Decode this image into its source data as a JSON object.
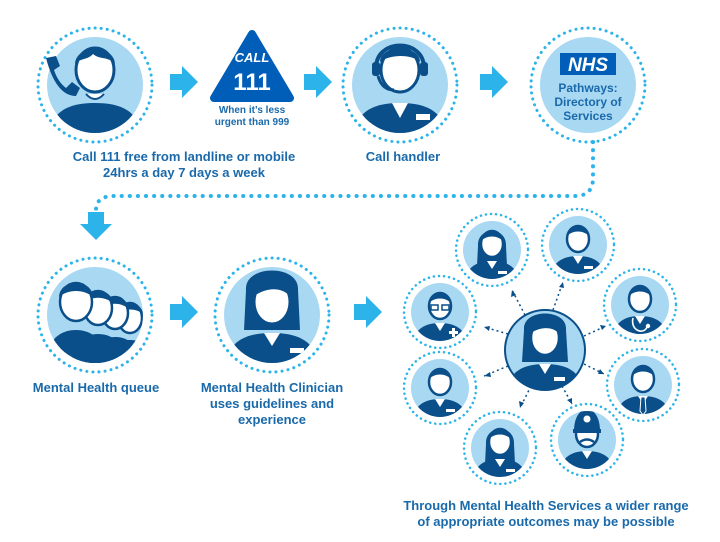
{
  "colors": {
    "primary": "#0b4f8a",
    "light_blue": "#a9d8f3",
    "accent": "#2bb3ea",
    "text": "#1a6aab",
    "nhs_blue": "#005eb8"
  },
  "call111": {
    "call_word": "CALL",
    "number": "111",
    "note_line1": "When it’s less",
    "note_line2": "urgent than 999"
  },
  "nhs": {
    "logo": "NHS",
    "line1": "Pathways:",
    "line2": "Directory of",
    "line3": "Services"
  },
  "labels": {
    "caller_line1": "Call 111 free from landline or mobile",
    "caller_line2": "24hrs a day 7 days a week",
    "call_handler": "Call handler",
    "queue": "Mental Health queue",
    "clinician_line1": "Mental Health Clinician",
    "clinician_line2": "uses guidelines and",
    "clinician_line3": "experience",
    "outcomes_line1": "Through Mental Health Services a wider range",
    "outcomes_line2": "of appropriate outcomes may be possible"
  },
  "icons": {
    "caller": "person-on-phone-icon",
    "handler": "headset-operator-icon",
    "queue": "people-queue-icon",
    "clinician": "female-clinician-icon",
    "outcomes": [
      "female-staff-icon",
      "male-nurse-icon",
      "doctor-stethoscope-icon",
      "man-in-suit-icon",
      "police-officer-icon",
      "female-nurse-icon",
      "male-worker-icon",
      "medic-glasses-icon"
    ]
  }
}
